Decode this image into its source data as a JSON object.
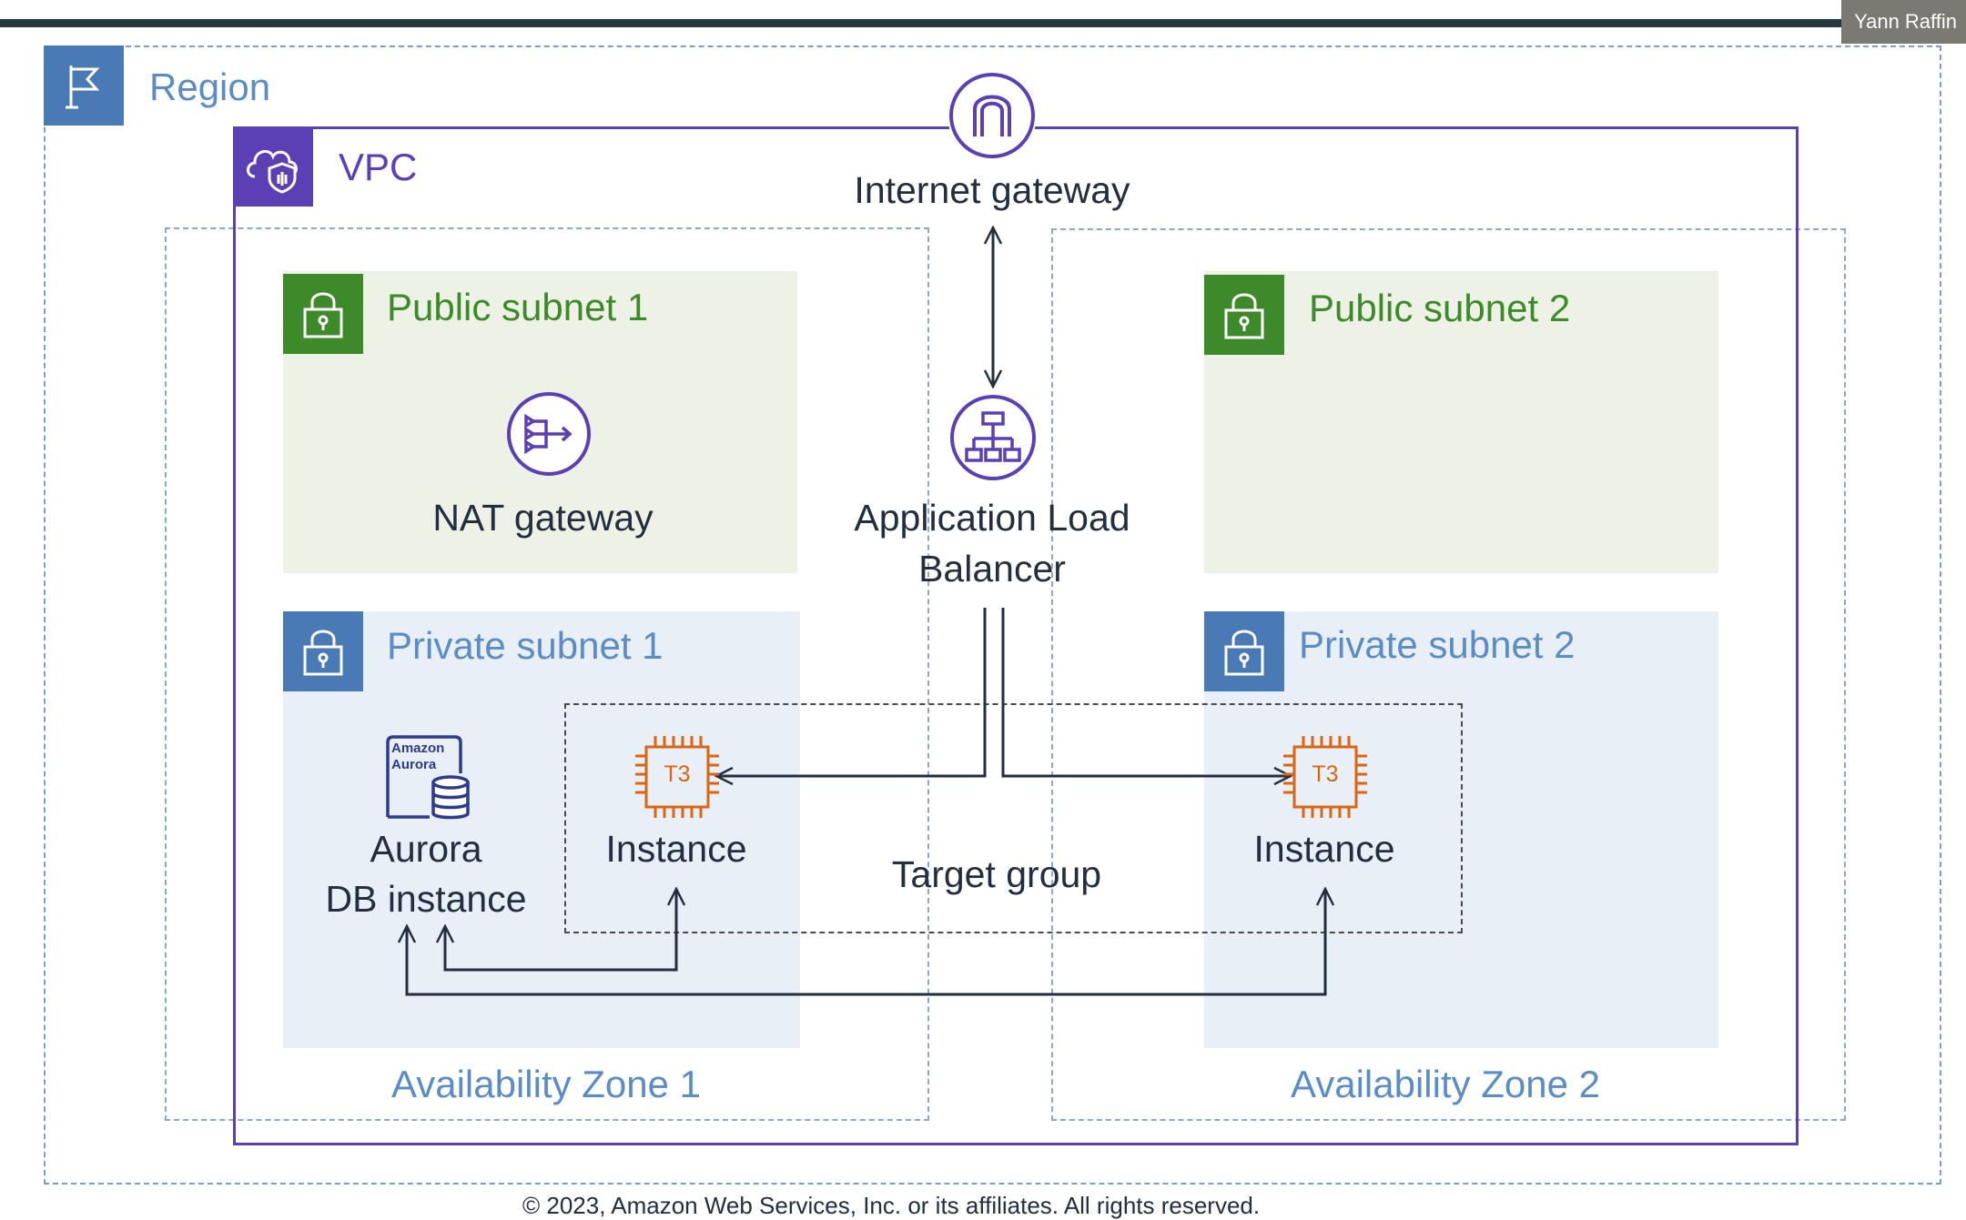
{
  "presenter_name": "Yann Raffin",
  "region": {
    "label": "Region"
  },
  "vpc": {
    "label": "VPC"
  },
  "availability_zones": [
    "Availability Zone 1",
    "Availability Zone 2"
  ],
  "subnets": {
    "public_1": "Public subnet 1",
    "public_2": "Public subnet 2",
    "private_1": "Private subnet 1",
    "private_2": "Private subnet 2"
  },
  "components": {
    "internet_gateway": "Internet gateway",
    "nat_gateway": "NAT gateway",
    "alb_line1": "Application Load",
    "alb_line2": "Balancer",
    "aurora_line1": "Aurora",
    "aurora_line2": "DB instance",
    "aurora_logo_line1": "Amazon",
    "aurora_logo_line2": "Aurora",
    "instance_1": "Instance",
    "instance_2": "Instance",
    "chip_label_1": "T3",
    "chip_label_2": "T3",
    "target_group": "Target group"
  },
  "footer": {
    "copyright": "© 2023, Amazon Web Services, Inc. or its affiliates. All rights reserved."
  },
  "colors": {
    "region": "#5b8dc4",
    "vpc": "#5a3fb5",
    "public_subnet": "#3e8a2b",
    "private_subnet": "#4a7ab5",
    "instance": "#d86613",
    "aurora": "#2e3a8c"
  },
  "icons": {
    "region": "flag-icon",
    "vpc": "cloud-shield-icon",
    "subnet": "lock-icon",
    "internet_gateway": "gateway-arch-icon",
    "nat_gateway": "nat-gateway-icon",
    "alb": "load-balancer-icon",
    "instance": "chip-icon",
    "aurora": "database-icon"
  }
}
